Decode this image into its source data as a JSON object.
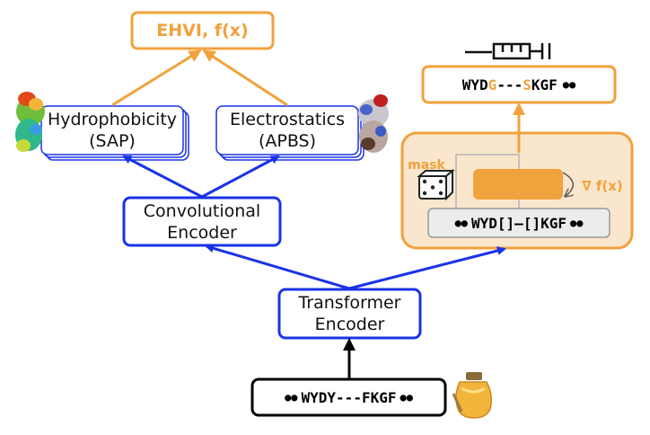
{
  "objective": {
    "label": "EHVI, f(x)"
  },
  "hydrophobicity": {
    "line1": "Hydrophobicity",
    "line2": "(SAP)"
  },
  "electrostatics": {
    "line1": "Electrostatics",
    "line2": "(APBS)"
  },
  "conv_encoder": {
    "line1": "Convolutional",
    "line2": "Encoder"
  },
  "transformer": {
    "line1": "Transformer",
    "line2": "Encoder"
  },
  "input_seq": {
    "text": "WYDY---FKGF"
  },
  "output_seq": {
    "prefix": "WYD",
    "mut1": "G",
    "middle": "---",
    "mut2": "S",
    "suffix": "KGF"
  },
  "masked_seq": {
    "text": "WYD[]—[]KGF"
  },
  "mask_label": "mask",
  "gradient_label": "∇ f(x)",
  "colors": {
    "blue": "#1a33e6",
    "orange": "#f0a23c",
    "panel_fill": "#fae6cc",
    "black": "#000000"
  },
  "icons": [
    "protein-surface-icon",
    "syringe-icon",
    "dice-icon",
    "honey-jar-icon"
  ]
}
